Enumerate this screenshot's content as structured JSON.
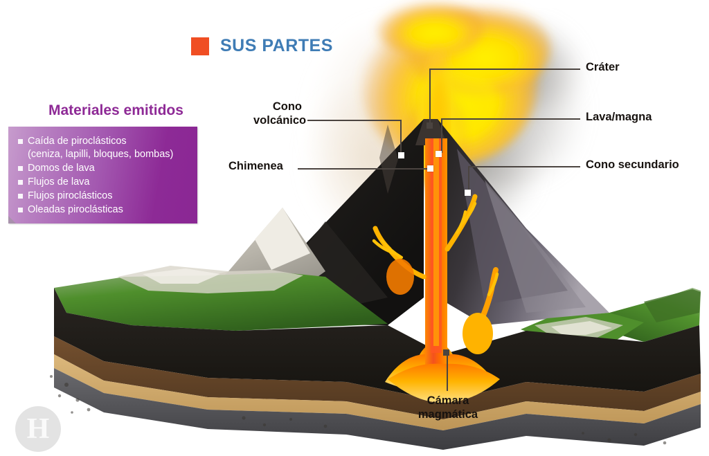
{
  "header": {
    "title": "SUS PARTES",
    "square_color": "#f04e23",
    "title_color": "#3f7cb5",
    "square_icon": "orange-square-bullet"
  },
  "legend": {
    "title": "Materiales emitidos",
    "title_color": "#8e2a96",
    "box_gradient_from": "#c79ccd",
    "box_gradient_to": "#8a2794",
    "items": [
      "Caída de piroclásticos\n(ceniza, lapilli, bloques, bombas)",
      "Domos de lava",
      "Flujos de lava",
      "Flujos piroclásticos",
      "Oleadas piroclásticas"
    ]
  },
  "callouts": [
    {
      "id": "cono-volcanico",
      "label": "Cono\nvolcánico",
      "side": "left"
    },
    {
      "id": "chimenea",
      "label": "Chimenea",
      "side": "left"
    },
    {
      "id": "crater",
      "label": "Cráter",
      "side": "right"
    },
    {
      "id": "lava-magna",
      "label": "Lava/magna",
      "side": "right"
    },
    {
      "id": "cono-secundario",
      "label": "Cono secundario",
      "side": "right"
    },
    {
      "id": "camara-magmatica",
      "label": "Cámara\nmagmática",
      "side": "bottom"
    }
  ],
  "diagram": {
    "type": "volcano-cross-section",
    "plume_colors": [
      "#ffe600",
      "#ffc107",
      "#f57c00",
      "#9e9e9e",
      "#d8d4cf"
    ],
    "magma_colors": [
      "#ffd600",
      "#ff9800",
      "#f4511e",
      "#e64a19"
    ],
    "cone_colors": [
      "#1c1a18",
      "#2e2b28",
      "#57535c",
      "#8d8a92"
    ],
    "strata": [
      {
        "name": "vegetation-surface",
        "color": "#4e8f2a"
      },
      {
        "name": "topsoil-dark",
        "color": "#231f1c"
      },
      {
        "name": "subsoil-brown",
        "color": "#6b4a2c"
      },
      {
        "name": "sand-tan",
        "color": "#c9a268"
      },
      {
        "name": "bedrock-gray",
        "color": "#5a5a5e"
      }
    ]
  },
  "watermark": {
    "letter": "H",
    "name": "heraldo-logo"
  }
}
